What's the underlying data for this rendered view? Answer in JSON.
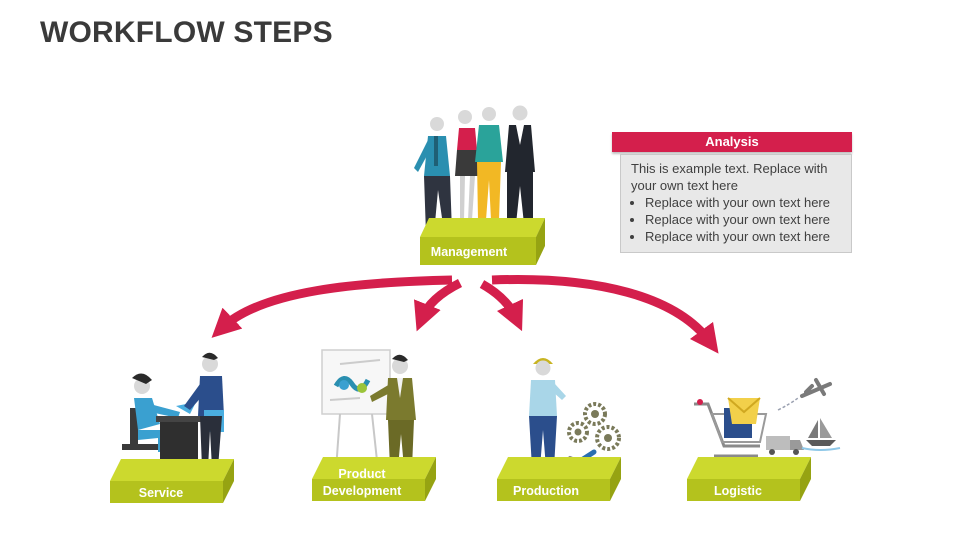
{
  "title": "WORKFLOW STEPS",
  "colors": {
    "platform_top": "#ccd92e",
    "platform_front": "#b4c21d",
    "platform_side": "#96a312",
    "arrow": "#d41f4c",
    "header": "#d41f4c"
  },
  "management": {
    "label": "Management"
  },
  "steps": [
    {
      "label_lines": [
        "Service"
      ]
    },
    {
      "label_lines": [
        "Product",
        "Development"
      ]
    },
    {
      "label_lines": [
        "Production"
      ]
    },
    {
      "label_lines": [
        "Logistic"
      ]
    }
  ],
  "analysis": {
    "header": "Analysis",
    "text": "This is example text. Replace with your own text here",
    "bullets": [
      "Replace with your own text here",
      "Replace with your own text here",
      "Replace with your own text here"
    ]
  },
  "icons": [
    "team-icon",
    "handshake-icon",
    "presentation-board-icon",
    "worker-icon",
    "gears-icon",
    "wrench-icon",
    "shopping-cart-icon",
    "airplane-icon",
    "truck-icon",
    "boat-icon",
    "arrow-icon"
  ]
}
